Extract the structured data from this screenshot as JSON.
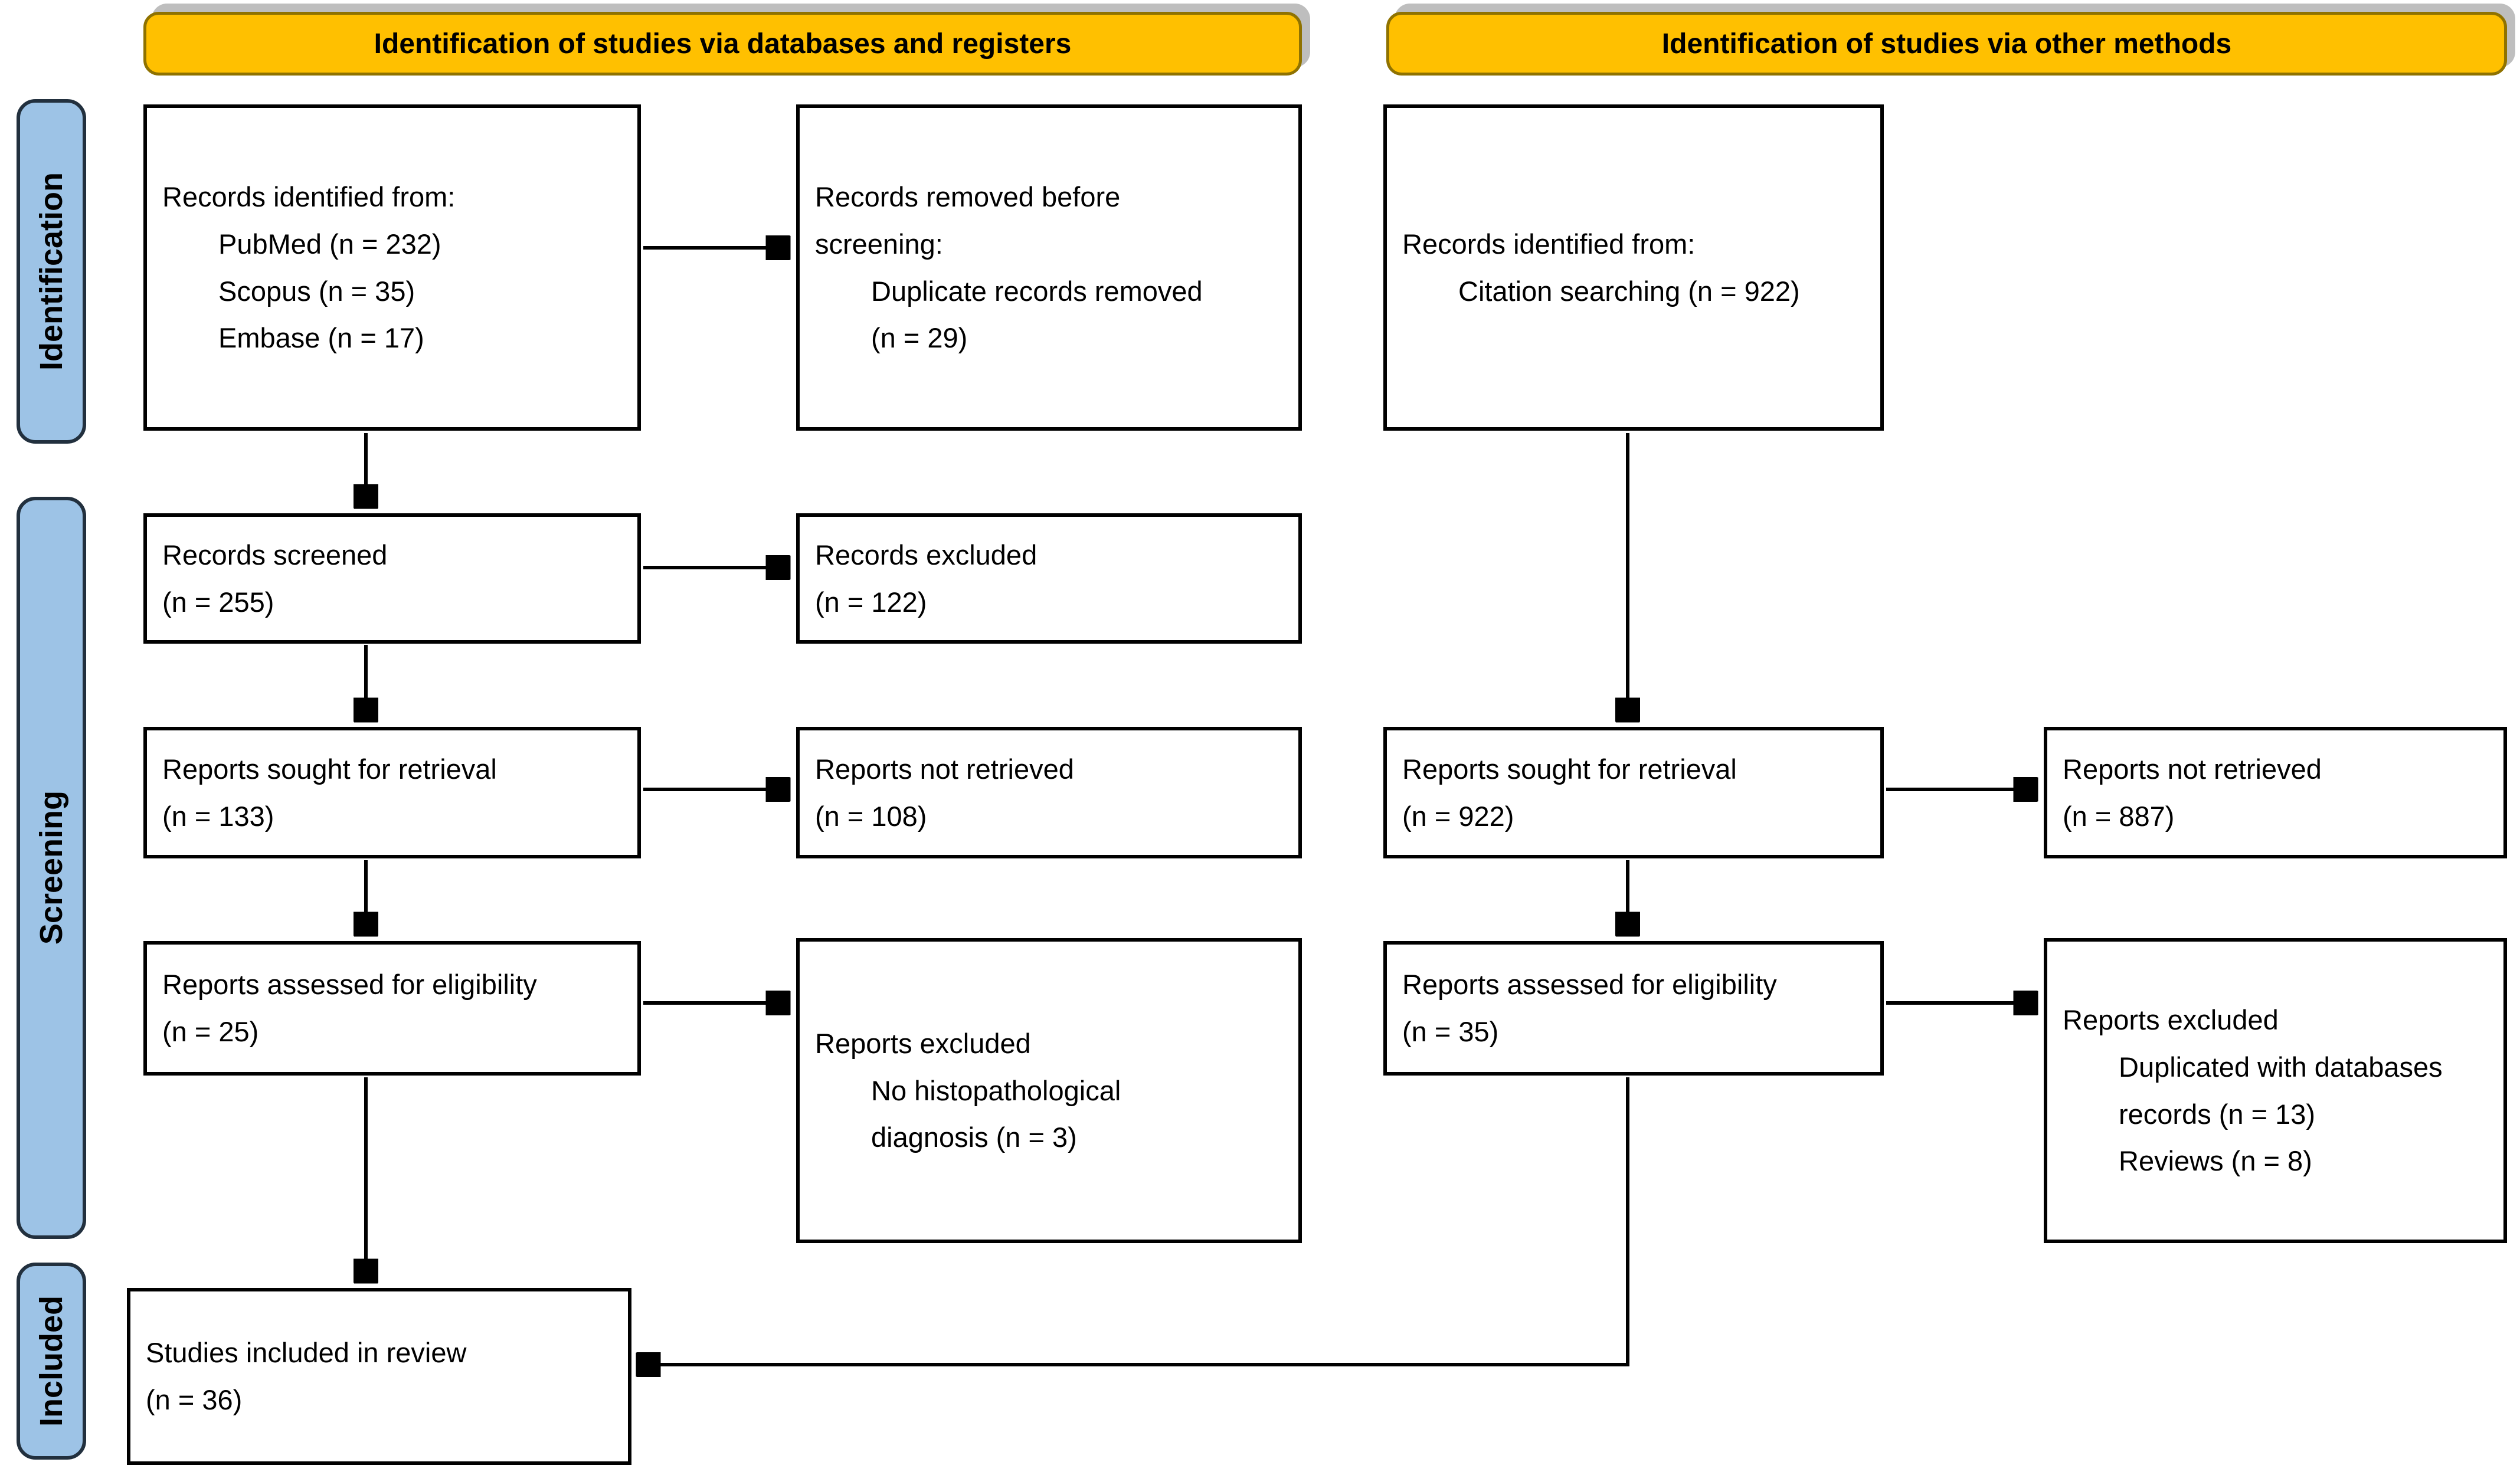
{
  "banners": {
    "databases": "Identification of studies via databases and registers",
    "other_methods": "Identification of studies via other methods"
  },
  "stages": {
    "identification": "Identification",
    "screening": "Screening",
    "included": "Included"
  },
  "boxes": {
    "records_identified_databases": {
      "l1": "Records identified from:",
      "l2": "PubMed (n = 232)",
      "l3": "Scopus (n = 35)",
      "l4": "Embase (n = 17)"
    },
    "records_removed_before_screening": {
      "l1": "Records removed before",
      "l2": "screening:",
      "l3": "Duplicate records removed",
      "l4": "(n = 29)"
    },
    "records_identified_other": {
      "l1": "Records identified from:",
      "l2": "Citation searching (n = 922)"
    },
    "records_screened": {
      "l1": "Records screened",
      "l2": "(n = 255)"
    },
    "records_excluded": {
      "l1": "Records excluded",
      "l2": "(n = 122)"
    },
    "reports_sought_databases": {
      "l1": "Reports sought for retrieval",
      "l2": "(n = 133)"
    },
    "reports_not_retrieved_databases": {
      "l1": "Reports not retrieved",
      "l2": "(n = 108)"
    },
    "reports_sought_other": {
      "l1": "Reports sought for retrieval",
      "l2": "(n = 922)"
    },
    "reports_not_retrieved_other": {
      "l1": "Reports not retrieved",
      "l2": "(n = 887)"
    },
    "reports_assessed_databases": {
      "l1": "Reports assessed for eligibility",
      "l2": "(n = 25)"
    },
    "reports_excluded_databases": {
      "l1": "Reports excluded",
      "l2": "No histopathological",
      "l3": "diagnosis (n = 3)"
    },
    "reports_assessed_other": {
      "l1": "Reports assessed for eligibility",
      "l2": "(n = 35)"
    },
    "reports_excluded_other": {
      "l1": "Reports excluded",
      "l2": "Duplicated with databases",
      "l3": "records (n = 13)",
      "l4": "Reviews (n = 8)"
    },
    "studies_included": {
      "l1": "Studies included in review",
      "l2": "(n = 36)"
    }
  },
  "colors": {
    "banner_fill": "#FFC000",
    "banner_border": "#8F7200",
    "stage_fill": "#9DC3E6",
    "stage_border": "#22303E",
    "box_border": "#000000",
    "box_fill": "#FFFFFF",
    "arrow": "#000000"
  }
}
